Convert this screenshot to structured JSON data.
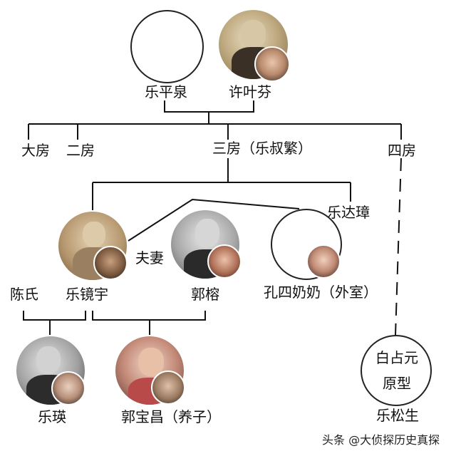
{
  "people": {
    "le_pingquan": "乐平泉",
    "xu_yefen": "许叶芬",
    "da_fang": "大房",
    "er_fang": "二房",
    "san_fang": "三房（乐叔繁）",
    "si_fang": "四房",
    "le_dazhang": "乐达璋",
    "fuqi": "夫妻",
    "chen_shi": "陈氏",
    "le_jingyu": "乐镜宇",
    "guo_rong": "郭榕",
    "kong_sinainai": "孔四奶奶（外室）",
    "le_ying": "乐瑛",
    "guo_baochang": "郭宝昌（养子）",
    "bai_zhanyuan": "白占元",
    "yuanxing": "原型",
    "le_songsheng": "乐松生"
  },
  "watermark": "头条 @大侦探历史真探",
  "colors": {
    "line": "#111111",
    "photo_sepia": "#b59a6e",
    "photo_gray": "#8a8a8a",
    "photo_warm": "#b07a5e"
  }
}
